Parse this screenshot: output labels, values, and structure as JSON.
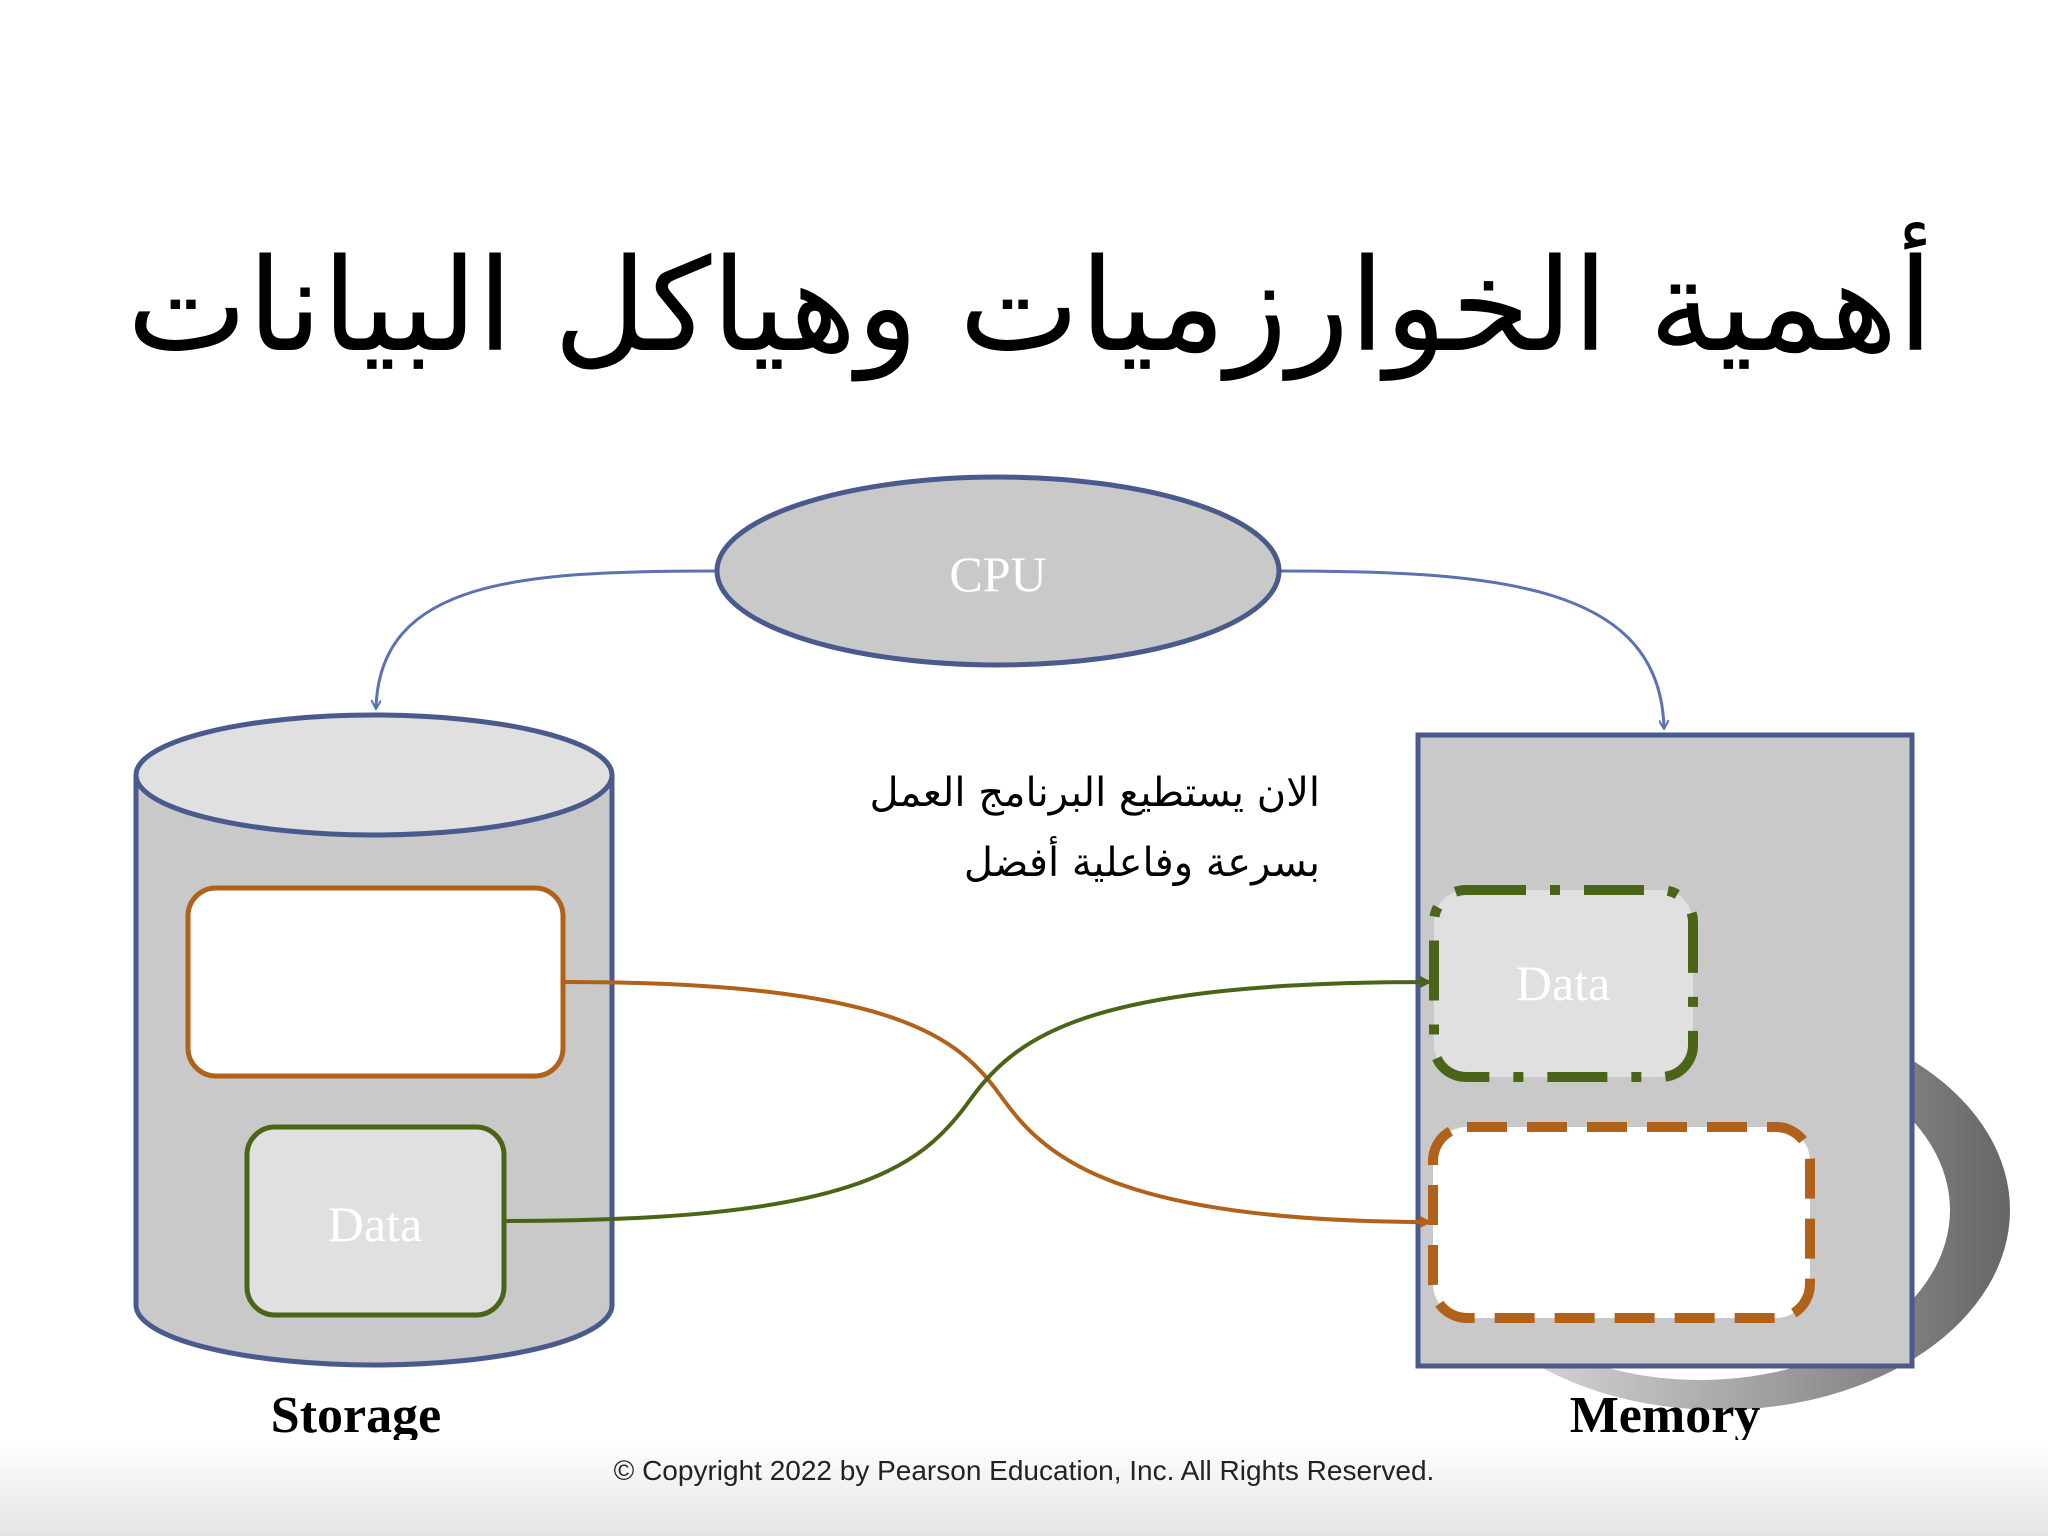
{
  "slide": {
    "title": "أهمية الخوارزميات وهياكل البيانات",
    "note_line1": "الان يستطيع البرنامج العمل",
    "note_line2": "بسرعة وفاعلية أفضل",
    "copyright": "© Copyright 2022 by Pearson Education, Inc. All Rights Reserved."
  },
  "diagram": {
    "cpu_label": "CPU",
    "storage_label": "Storage",
    "memory_label": "Memory",
    "storage_data_label": "Data",
    "memory_data_label": "Data"
  },
  "colors": {
    "outline_blue": "#4a5a8c",
    "arrow_blue": "#5a72b0",
    "fill_gray": "#c9c9c9",
    "light_gray": "#e0e0e0",
    "orange": "#b0611a",
    "green": "#4a6418"
  }
}
